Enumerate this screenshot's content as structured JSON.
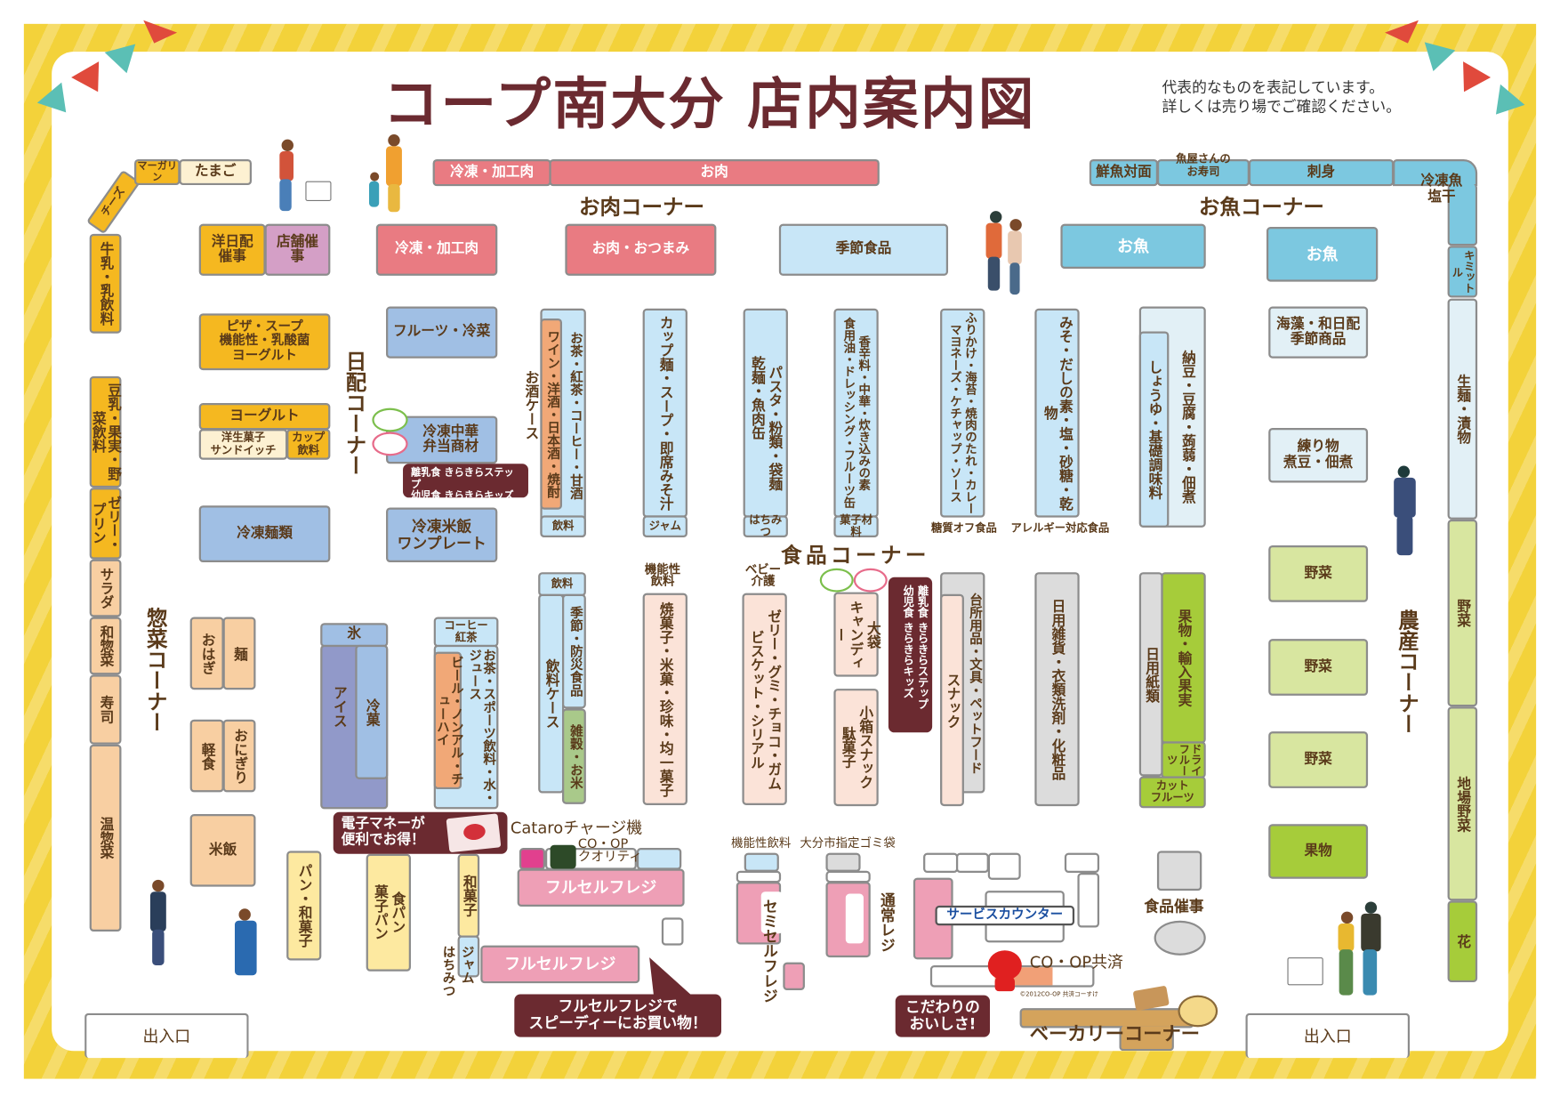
{
  "title": "コープ南大分 店内案内図",
  "note": [
    "代表的なものを表記しています。",
    "詳しくは売り場でご確認ください。"
  ],
  "corners": {
    "meat": "お肉コーナー",
    "fish": "お魚コーナー",
    "daily": "日配コーナー",
    "food": "食品コーナー",
    "deli": "惣菜コーナー",
    "produce": "農産コーナー",
    "bakery": "ベーカリーコーナー"
  },
  "left_wall": {
    "cheese": "チーズ",
    "margarine": "マーガリン",
    "eggs": "たまご",
    "milk": "牛乳・乳飲料",
    "soy_milk": "豆乳・果実・野菜飲料",
    "jelly": "ゼリー・プリン",
    "salad": "サラダ",
    "wa_souzai": "和惣菜",
    "sushi": "寿司",
    "hot_deli": "温惣菜"
  },
  "daily": {
    "western_event": "洋日配催事",
    "store_event": "店舗催事",
    "pizza": [
      "ピザ・スープ",
      "機能性・乳酸菌",
      "ヨーグルト"
    ],
    "yogurt": "ヨーグルト",
    "western_sweets": [
      "洋生菓子",
      "サンドイッチ"
    ],
    "cup_drinks": [
      "カップ",
      "飲料"
    ],
    "frozen_noodles": "冷凍麺類",
    "frozen_meat": "冷凍・加工肉",
    "fruit_frozen": "フルーツ・冷菜",
    "frozen_chinese": [
      "冷凍中華",
      "弁当商材"
    ],
    "frozen_rice": [
      "冷凍米飯",
      "ワンプレート"
    ]
  },
  "baby_callout": [
    "離乳食 きらきらステップ",
    "幼児食 きらきらキッズ"
  ],
  "meat": {
    "frozen_processed": "冷凍・加工肉",
    "meat": "お肉",
    "meat_snacks": "お肉・おつまみ",
    "seasonal": "季節食品"
  },
  "fish": {
    "counter": "鮮魚対面",
    "sushi": [
      "魚屋さんの",
      "お寿司"
    ],
    "sashimi": "刺身",
    "frozen_fish": [
      "冷凍魚",
      "塩干"
    ],
    "kimittle": "キミットル",
    "fish1": "お魚",
    "fish2": "お魚",
    "seaweed": [
      "海藻・和日配",
      "季節商品"
    ],
    "nerimono": [
      "練り物",
      "煮豆・佃煮"
    ],
    "natto": "納豆・豆腐・蒟蒻・佃煮",
    "soy_sauce": "しょうゆ・基礎調味料"
  },
  "right_wall": {
    "noodles": "生麺・漬物",
    "vegetables": "野菜",
    "local": "地場野菜",
    "flowers": "花"
  },
  "food_upper": [
    {
      "main": "お茶・紅茶・コーヒー・甘酒",
      "inner": "ワイン・洋酒・日本酒・焼酎",
      "side": "お酒ケース",
      "end": "飲料"
    },
    {
      "main": "カップ麺・スープ・即席みそ汁",
      "end": "ジャム"
    },
    {
      "main": "パスタ・粉類・袋麺",
      "sub": "乾麺・魚肉缶",
      "end": "はちみつ"
    },
    {
      "main": "香辛料・中華・炊き込みの素",
      "sub": "食用油・ドレッシング・フルーツ缶",
      "end": "菓子材料"
    },
    {
      "main": "ふりかけ・海苔・焼肉のたれ・カレー",
      "sub": "マヨネーズ・ケチャップ・ソース",
      "end": "糖質オフ食品"
    },
    {
      "main": "みそ・だしの素・塩・砂糖・乾物",
      "end": "アレルギー対応食品"
    }
  ],
  "food_lower": {
    "ice_top": "氷",
    "ice": "アイス",
    "frozen_sweets": "冷菓",
    "coffee": [
      "コーヒー",
      "紅茶"
    ],
    "beer": "ビール・ノンアル・チューハイ",
    "tea_sports": "お茶・スポーツ飲料・水・ジュース",
    "drinks_top": "飲料",
    "drink_case": "飲料ケース",
    "seasonal": "季節・防災食品",
    "grains": "雑穀・お米",
    "functional": [
      "機能性",
      "飲料"
    ],
    "baked": "焼菓子・米菓・珍味・均一菓子",
    "baby": [
      "ベビー",
      "介護"
    ],
    "jelly": "ゼリー・グミ・チョコ・ガム",
    "biscuit": "ビスケット・シリアル",
    "candy": [
      "大袋",
      "キャンディー"
    ],
    "small_snack": [
      "小箱スナック",
      "駄菓子"
    ],
    "kitchen": "台所用品・文具・ペットフード",
    "snack": "スナック",
    "daily_goods": "日用雑貨・衣類洗剤・化粧品",
    "paper": "日用紙類",
    "fruit_import": "果物・輸入果実",
    "dried_fruit": [
      "ドライ",
      "フルーツ"
    ],
    "cut_fruit": [
      "カット",
      "フルーツ"
    ]
  },
  "produce": {
    "veg1": "野菜",
    "veg2": "野菜",
    "veg3": "野菜",
    "fruit": "果物"
  },
  "deli": {
    "ohagi": "おはぎ",
    "noodles": "麺",
    "light_meal": "軽食",
    "onigiri": "おにぎり",
    "rice": "米飯"
  },
  "bread": {
    "bread_wagashi": "パン・和菓子",
    "bread": [
      "食パン",
      "菓子パン"
    ],
    "wagashi": "和菓子",
    "jam": [
      "ジャム",
      "はちみつ"
    ]
  },
  "checkout": {
    "emoney_callout": [
      "電子マネーが",
      "便利でお得！"
    ],
    "cataro": "Cataroチャージ機",
    "coop_quality": [
      "CO・OP",
      "クオリティ"
    ],
    "full_self_1": "フルセルフレジ",
    "full_self_2": "フルセルフレジ",
    "full_self_callout": [
      "フルセルフレジで",
      "スピーディーにお買い物！"
    ],
    "functional_drinks": "機能性飲料",
    "garbage_bags": "大分市指定ゴミ袋",
    "semi_self": "セミセルフレジ",
    "regular": "通常レジ",
    "service": "サービスカウンター",
    "kyosai": "CO・OP共済",
    "copyright": "©2012CO-OP 共済コーすけ",
    "food_event": "食品催事",
    "bakery_callout": [
      "こだわりの",
      "おいしさ!"
    ]
  },
  "entrances": [
    "出入口",
    "出入口"
  ],
  "colors": {
    "title": "#6b2a30",
    "meat": "#e97b82",
    "fish": "#7cc8e0",
    "daily": "#f5b820",
    "produce": "#a6cc3a",
    "frame": "#f3d23a"
  }
}
